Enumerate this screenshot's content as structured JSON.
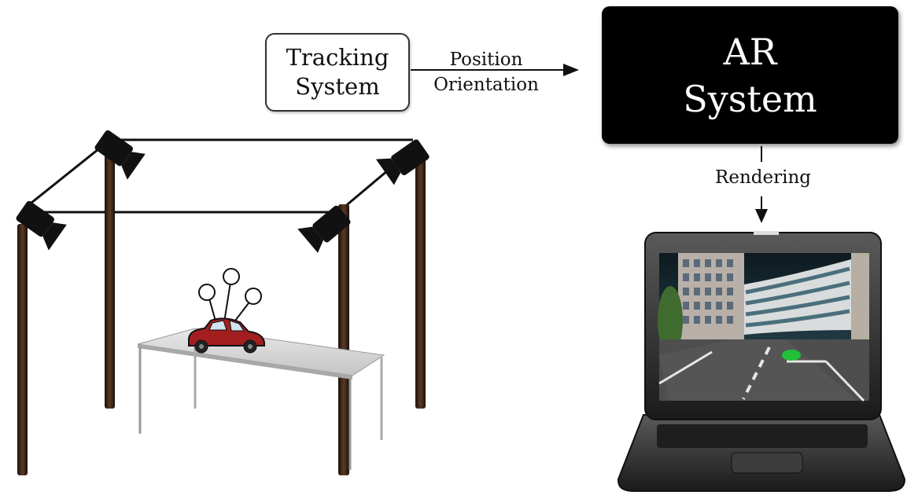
{
  "diagram": {
    "tracking_system": {
      "line1": "Tracking",
      "line2": "System"
    },
    "ar_system": {
      "line1": "AR",
      "line2": "System"
    },
    "tracking_to_ar": {
      "line1": "Position",
      "line2": "Orientation"
    },
    "ar_to_display": {
      "label": "Rendering"
    }
  },
  "colors": {
    "ar_box": "#000000",
    "post": "#3b2518",
    "car_body": "#a31f1f",
    "marker_fill": "#ffffff",
    "table": "#d4d4d4",
    "laptop_body": "#2a2a2a",
    "screen_sky": "#3a6a7a",
    "road": "#4e4e4e",
    "green_marker": "#22c13a"
  },
  "icons": [
    "camera-icon",
    "car-icon",
    "laptop-icon",
    "table-icon"
  ]
}
